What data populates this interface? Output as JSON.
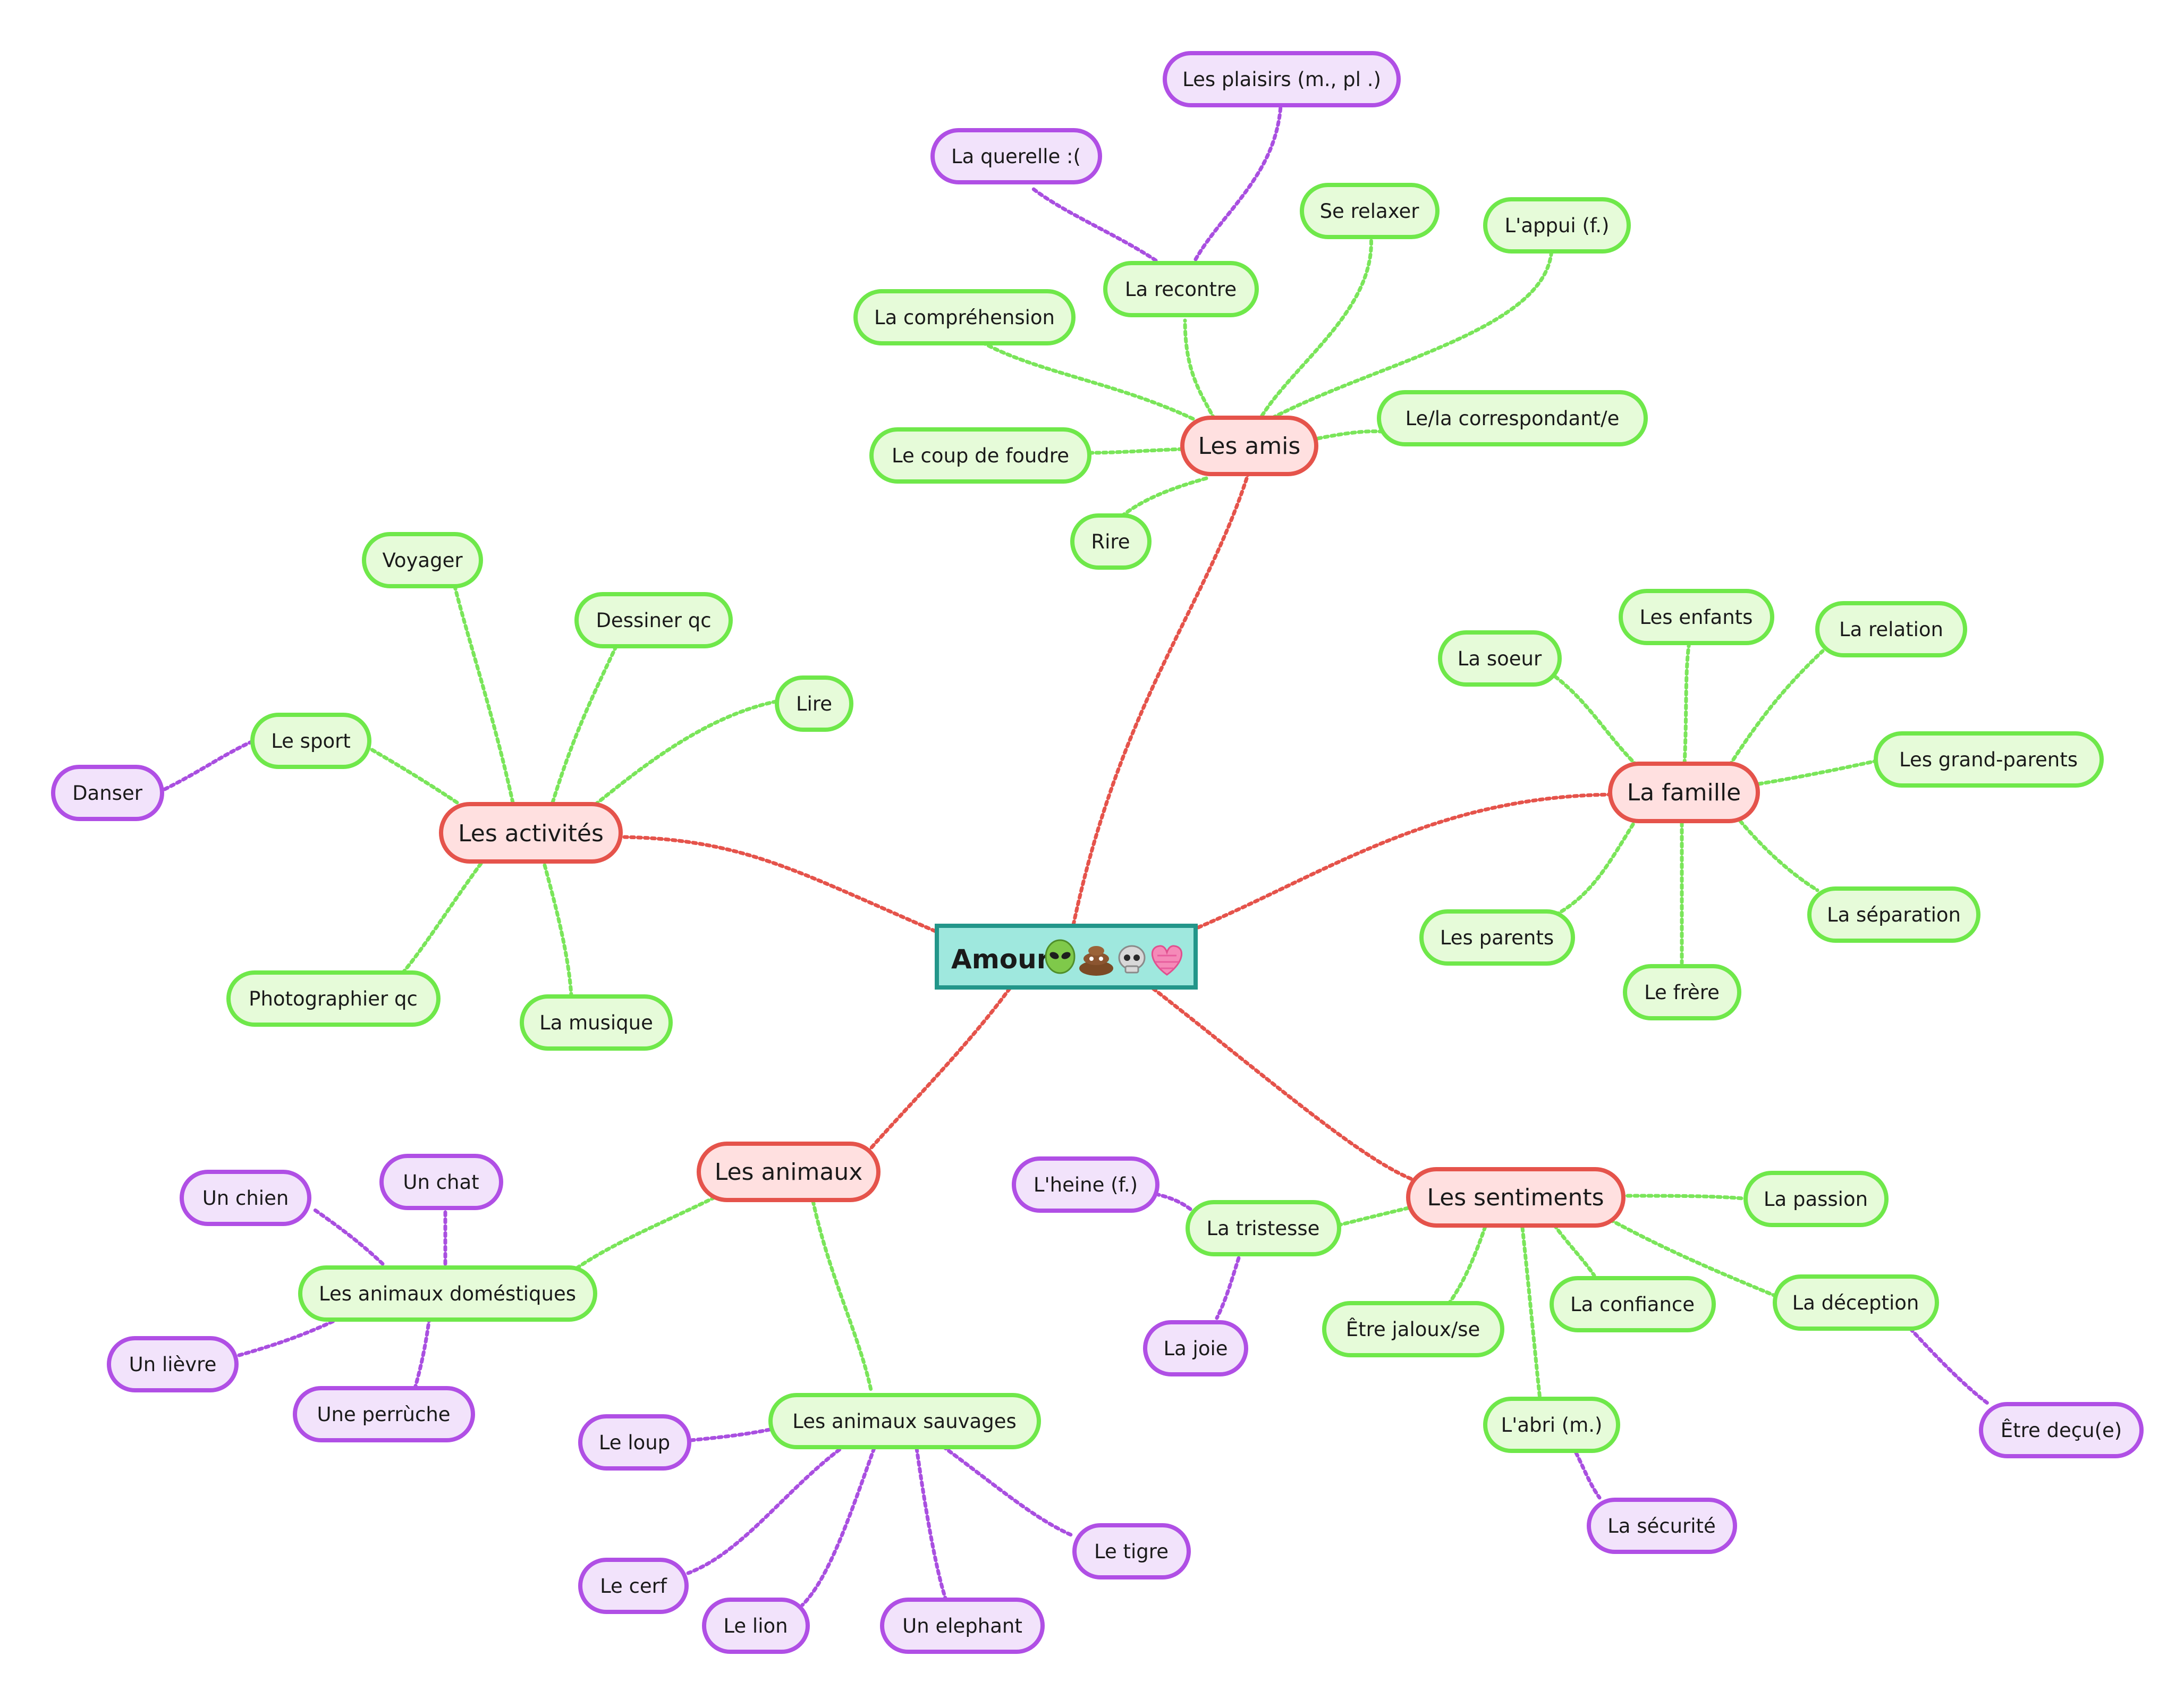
{
  "colors": {
    "background": "#ffffff",
    "root_fill": "#9fe8de",
    "root_stroke": "#23968a",
    "branch_fill": "#ffe0e0",
    "branch_stroke": "#e5534b",
    "branch_line": "#e5534b",
    "topic_fill": "#e6fbd9",
    "topic_stroke": "#6fe84a",
    "topic_line": "#7ae55a",
    "sub_fill": "#f2e3fb",
    "sub_stroke": "#b04fe5",
    "sub_line": "#a94fe0",
    "text": "#1a1a1a"
  },
  "root": {
    "label": "Amour",
    "icons": [
      "alien-icon",
      "poop-icon",
      "skull-icon",
      "heart-icon"
    ]
  },
  "nodes": {
    "amis": "Les amis",
    "famille": "La famille",
    "activites": "Les activités",
    "animaux": "Les animaux",
    "sentiments": "Les sentiments",
    "plaisirs": "Les plaisirs (m., pl .)",
    "querelle": "La querelle :(",
    "recontre": "La recontre",
    "relaxer": "Se relaxer",
    "appui": "L'appui (f.)",
    "comprehension": "La compréhension",
    "correspondant": "Le/la correspondant/e",
    "foudre": "Le coup de foudre",
    "rire": "Rire",
    "voyager": "Voyager",
    "dessiner": "Dessiner qc",
    "lire": "Lire",
    "sport": "Le sport",
    "danser": "Danser",
    "photographier": "Photographier qc",
    "musique": "La musique",
    "enfants": "Les enfants",
    "relation": "La relation",
    "soeur": "La soeur",
    "grandparents": "Les grand-parents",
    "parents": "Les parents",
    "separation": "La séparation",
    "frere": "Le frère",
    "chien": "Un chien",
    "chat": "Un chat",
    "domestiques": "Les animaux doméstiques",
    "lievre": "Un lièvre",
    "perruche": "Une perrùche",
    "sauvages": "Les animaux sauvages",
    "loup": "Le loup",
    "cerf": "Le cerf",
    "lion": "Le lion",
    "elephant": "Un elephant",
    "tigre": "Le tigre",
    "heine": "L'heine (f.)",
    "tristesse": "La tristesse",
    "joie": "La joie",
    "passion": "La passion",
    "jaloux": "Être jaloux/se",
    "confiance": "La confiance",
    "deception": "La déception",
    "decu": "Être deçu(e)",
    "abri": "L'abri (m.)",
    "securite": "La sécurité"
  }
}
